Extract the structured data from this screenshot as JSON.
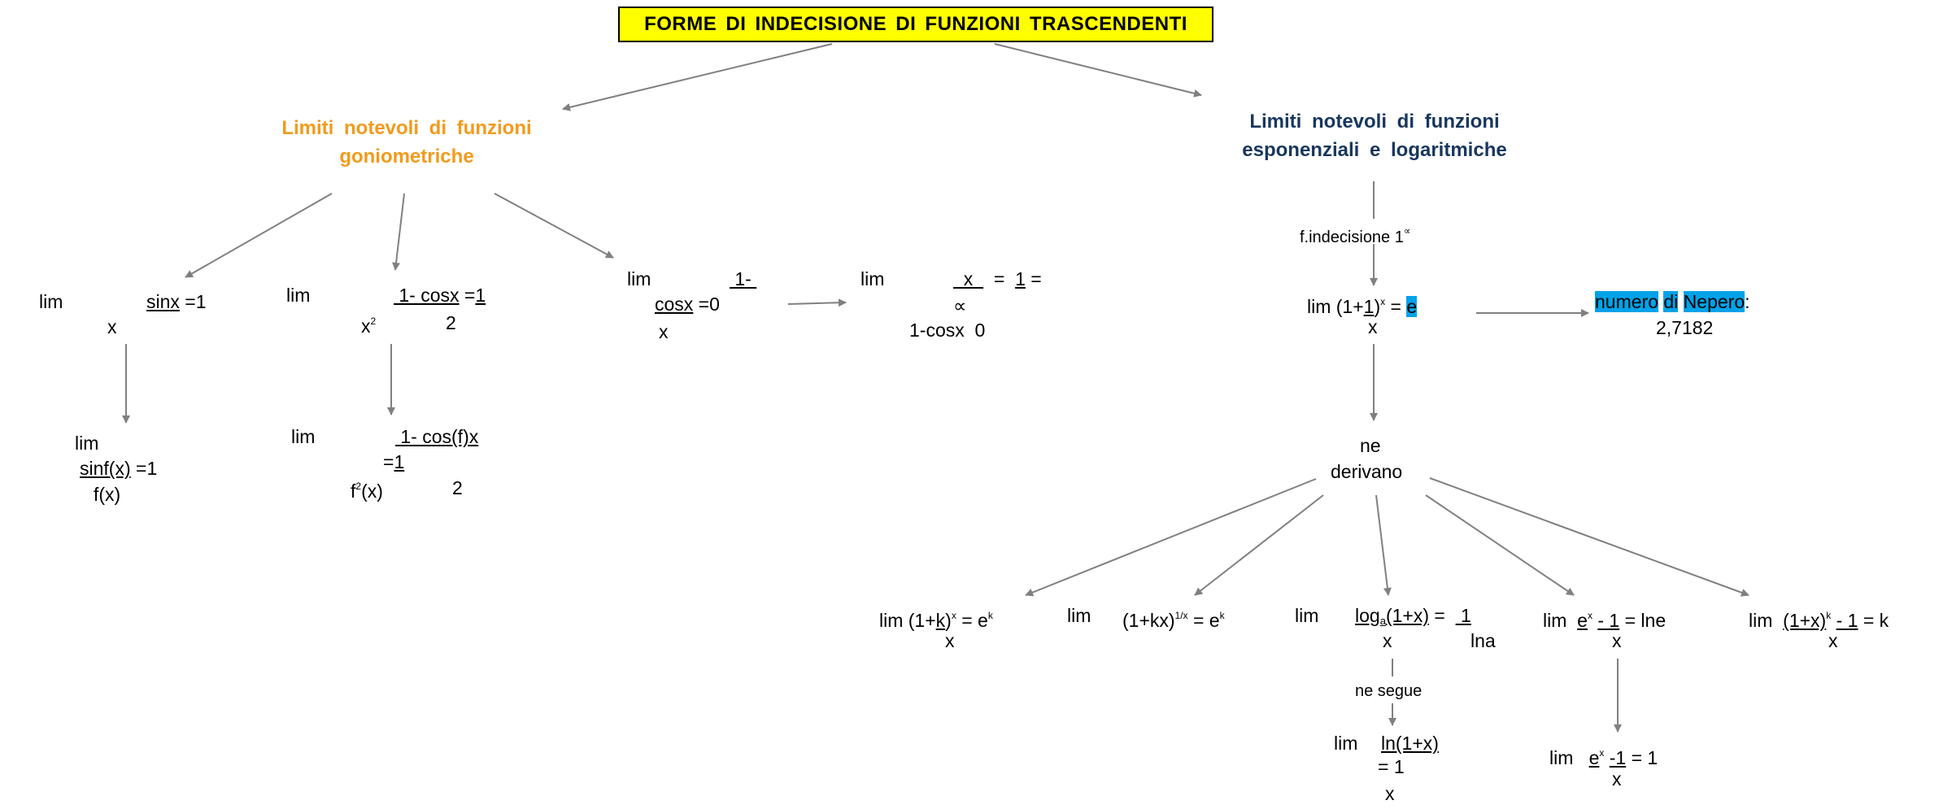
{
  "title": "FORME DI INDECISIONE DI FUNZIONI TRASCENDENTI",
  "headings": {
    "left": [
      "Limiti notevoli di funzioni",
      "goniometriche"
    ],
    "right": [
      "Limiti notevoli di funzioni",
      "esponenziali e logaritmiche"
    ]
  },
  "colors": {
    "title_bg": "#ffff00",
    "left_heading": "#f39a1c",
    "right_heading": "#17375e",
    "highlight": "#00a2e8",
    "arrow": "#808080"
  },
  "formulas": [
    [
      {
        "t": "lim"
      }
    ],
    [
      {
        "t": "sinx",
        "s": "u"
      },
      {
        "t": " =1"
      }
    ],
    [
      {
        "t": "x"
      }
    ],
    [
      {
        "t": "lim"
      }
    ],
    [
      {
        "t": " 1- cosx",
        "s": "u"
      },
      {
        "t": " ="
      },
      {
        "t": "1",
        "s": "u"
      }
    ],
    [
      {
        "t": "x"
      },
      {
        "t": "2",
        "s": "sup"
      }
    ],
    [
      {
        "t": "2"
      }
    ],
    [
      {
        "t": "lim"
      }
    ],
    [
      {
        "t": " 1- ",
        "s": "u"
      }
    ],
    [
      {
        "t": "cosx",
        "s": "u"
      },
      {
        "t": " =0"
      }
    ],
    [
      {
        "t": "x"
      }
    ],
    [
      {
        "t": "lim"
      }
    ],
    [
      {
        "t": "  x  ",
        "s": "u"
      },
      {
        "t": "  =  "
      },
      {
        "t": "1",
        "s": "u"
      },
      {
        "t": " ="
      }
    ],
    [
      {
        "t": "∝"
      }
    ],
    [
      {
        "t": "1-cosx  0"
      }
    ],
    [
      {
        "t": "lim"
      }
    ],
    [
      {
        "t": "sinf(x)",
        "s": "u"
      },
      {
        "t": " =1"
      }
    ],
    [
      {
        "t": "f(x)"
      }
    ],
    [
      {
        "t": "lim"
      }
    ],
    [
      {
        "t": " 1- cos(f)x",
        "s": "u"
      }
    ],
    [
      {
        "t": "="
      },
      {
        "t": "1",
        "s": "u"
      }
    ],
    [
      {
        "t": "f"
      },
      {
        "t": "2",
        "s": "sup"
      },
      {
        "t": "(x)"
      }
    ],
    [
      {
        "t": "2"
      }
    ],
    [
      {
        "t": "f.indecisione 1"
      },
      {
        "t": "∝",
        "s": "sup"
      }
    ],
    [
      {
        "t": "lim (1+"
      },
      {
        "t": "1",
        "s": "u"
      },
      {
        "t": ")"
      },
      {
        "t": "x",
        "s": "sup"
      },
      {
        "t": " = "
      },
      {
        "t": "e",
        "s": "hl"
      }
    ],
    [
      {
        "t": "x"
      }
    ],
    [
      {
        "t": "numero",
        "s": "hl"
      },
      {
        "t": " "
      },
      {
        "t": "di",
        "s": "hl"
      },
      {
        "t": " "
      },
      {
        "t": "Nepero",
        "s": "hl"
      },
      {
        "t": ":"
      }
    ],
    [
      {
        "t": "2,7182"
      }
    ],
    [
      {
        "t": "ne"
      }
    ],
    [
      {
        "t": "derivano"
      }
    ],
    [
      {
        "t": "lim (1+"
      },
      {
        "t": "k",
        "s": "u"
      },
      {
        "t": ")"
      },
      {
        "t": "x",
        "s": "sup"
      },
      {
        "t": " = e"
      },
      {
        "t": "k",
        "s": "sup"
      }
    ],
    [
      {
        "t": "x"
      }
    ],
    [
      {
        "t": "lim"
      }
    ],
    [
      {
        "t": "(1+kx)"
      },
      {
        "t": "1/x",
        "s": "sup"
      },
      {
        "t": " = e"
      },
      {
        "t": "k",
        "s": "sup"
      }
    ],
    [
      {
        "t": "lim"
      }
    ],
    [
      {
        "t": "log",
        "s": "u"
      },
      {
        "t": "a",
        "s": "sub"
      },
      {
        "t": "(1+x)",
        "s": "u"
      },
      {
        "t": " =  "
      },
      {
        "t": " 1",
        "s": "u"
      }
    ],
    [
      {
        "t": "x"
      }
    ],
    [
      {
        "t": "lna"
      }
    ],
    [
      {
        "t": "lim  "
      },
      {
        "t": "e",
        "s": "u"
      },
      {
        "t": "x",
        "s": "sup"
      },
      {
        "t": " "
      },
      {
        "t": "- 1",
        "s": "u"
      },
      {
        "t": " = lne"
      }
    ],
    [
      {
        "t": "x"
      }
    ],
    [
      {
        "t": "lim  "
      },
      {
        "t": "(1+x)",
        "s": "u"
      },
      {
        "t": "k",
        "s": "sup"
      },
      {
        "t": " "
      },
      {
        "t": "- 1",
        "s": "u"
      },
      {
        "t": " = k"
      }
    ],
    [
      {
        "t": "x"
      }
    ],
    [
      {
        "t": "ne segue"
      }
    ],
    [
      {
        "t": "lim"
      }
    ],
    [
      {
        "t": "ln(1+x)",
        "s": "u"
      }
    ],
    [
      {
        "t": "= 1"
      }
    ],
    [
      {
        "t": "x"
      }
    ],
    [
      {
        "t": "lim   "
      },
      {
        "t": "e",
        "s": "u"
      },
      {
        "t": "x",
        "s": "sup"
      },
      {
        "t": " "
      },
      {
        "t": "-1",
        "s": "u"
      },
      {
        "t": " = 1"
      }
    ],
    [
      {
        "t": "x"
      }
    ]
  ]
}
